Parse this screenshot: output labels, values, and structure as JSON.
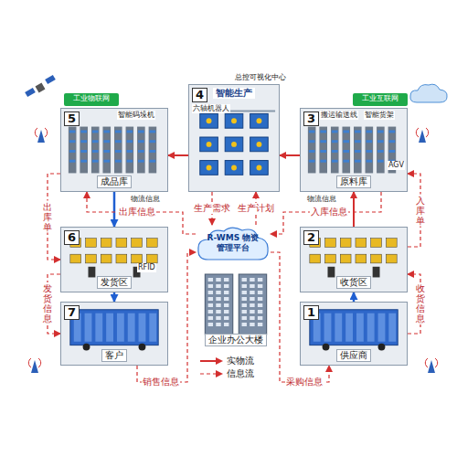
{
  "diagram": {
    "nodes": [
      {
        "text": [
          "5",
          "成品库"
        ]
      },
      {
        "text": [
          "4",
          "智能生产"
        ]
      },
      {
        "text": [
          "3",
          "原料库"
        ]
      },
      {
        "text": [
          "6",
          "发货区"
        ]
      },
      {
        "text": [
          "2",
          "收货区"
        ]
      },
      {
        "text": [
          "R-WMS 物资管理平台"
        ]
      },
      {
        "text": [
          "企业办公大楼"
        ]
      },
      {
        "text": [
          "7",
          "客户"
        ]
      },
      {
        "text": [
          "1",
          "供应商"
        ]
      },
      {
        "text": [
          "工业物联网"
        ]
      },
      {
        "text": [
          "工业互联网"
        ]
      }
    ],
    "edges": [
      {
        "from": 1,
        "to": 0,
        "arrow": "to"
      },
      {
        "from": 2,
        "to": 1,
        "arrow": "to"
      },
      {
        "from": 0,
        "to": 3,
        "arrow": "to"
      },
      {
        "from": 3,
        "to": 7,
        "arrow": "to"
      },
      {
        "from": 8,
        "to": 4,
        "arrow": "to"
      },
      {
        "from": 4,
        "to": 2,
        "arrow": "to"
      },
      {
        "from": 5,
        "to": 0,
        "label": "出库信息",
        "arrow": "to"
      },
      {
        "from": 1,
        "to": 5,
        "label": "生产需求",
        "arrow": "to"
      },
      {
        "from": 5,
        "to": 1,
        "label": "生产计划",
        "arrow": "to"
      },
      {
        "from": 2,
        "to": 5,
        "label": "入库信息",
        "arrow": "to"
      },
      {
        "from": 7,
        "to": 5,
        "label": "销售信息",
        "arrow": "to"
      },
      {
        "from": 5,
        "to": 8,
        "label": "采购信息",
        "arrow": "to"
      },
      {
        "from": 0,
        "to": 3,
        "label": "出库单",
        "arrow": "to"
      },
      {
        "from": 3,
        "to": 7,
        "label": "发货信息",
        "arrow": "to"
      },
      {
        "from": 4,
        "to": 2,
        "label": "入库单",
        "arrow": "to"
      },
      {
        "from": 8,
        "to": 4,
        "label": "收货信息",
        "arrow": "to"
      }
    ],
    "labels": [
      "六轴机器人",
      "总控可视化中心",
      "智能码垛机",
      "搬运输送线",
      "智能货架",
      "AGV",
      "RFID",
      "物流信息",
      "物流信息"
    ],
    "legend": [
      {
        "text": "实物流"
      },
      {
        "text": "信息流"
      }
    ]
  }
}
